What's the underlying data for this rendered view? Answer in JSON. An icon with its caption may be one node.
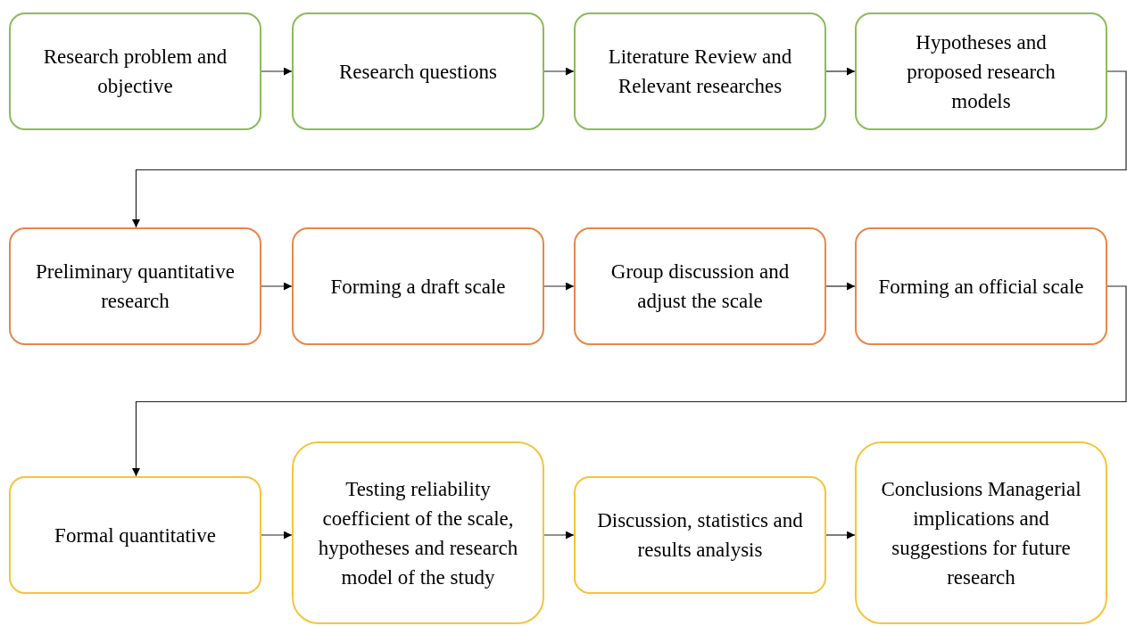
{
  "diagram": {
    "nodes": [
      {
        "text": [
          "Research problem and objective"
        ]
      },
      {
        "text": [
          "Research questions"
        ]
      },
      {
        "text": [
          "Literature Review and Relevant researches"
        ]
      },
      {
        "text": [
          "Hypotheses and proposed research models"
        ]
      },
      {
        "text": [
          "Preliminary quantitative research"
        ]
      },
      {
        "text": [
          "Forming a draft scale"
        ]
      },
      {
        "text": [
          "Group discussion and adjust the scale"
        ]
      },
      {
        "text": [
          "Forming an official scale"
        ]
      },
      {
        "text": [
          "Formal quantitative"
        ]
      },
      {
        "text": [
          "Testing reliability coefficient of the scale, hypotheses and research model of the study"
        ]
      },
      {
        "text": [
          "Discussion, statistics and results analysis"
        ]
      },
      {
        "text": [
          "Conclusions Managerial implications and suggestions for future research"
        ]
      }
    ],
    "edges": [
      {
        "from": 0,
        "to": 1,
        "arrow": "to"
      },
      {
        "from": 1,
        "to": 2,
        "arrow": "to"
      },
      {
        "from": 2,
        "to": 3,
        "arrow": "to"
      },
      {
        "from": 3,
        "to": 4,
        "arrow": "to"
      },
      {
        "from": 4,
        "to": 5,
        "arrow": "to"
      },
      {
        "from": 5,
        "to": 6,
        "arrow": "to"
      },
      {
        "from": 6,
        "to": 7,
        "arrow": "to"
      },
      {
        "from": 7,
        "to": 8,
        "arrow": "to"
      },
      {
        "from": 8,
        "to": 9,
        "arrow": "to"
      },
      {
        "from": 9,
        "to": 10,
        "arrow": "to"
      },
      {
        "from": 10,
        "to": 11,
        "arrow": "to"
      }
    ]
  }
}
